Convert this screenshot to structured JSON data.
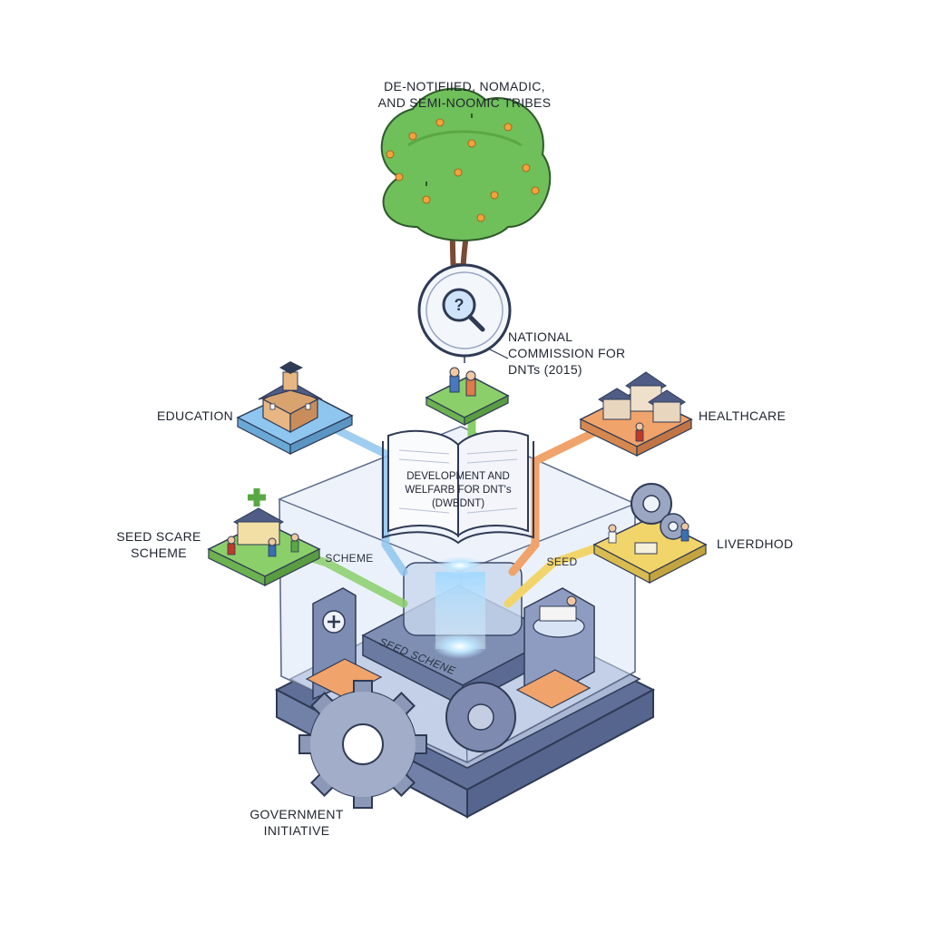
{
  "title": {
    "line1": "DE-NOTIFIIED, NOMADIC,",
    "line2": "AND SEMI-NOOMIC TRIBES"
  },
  "commission": {
    "line1": "NATIONAL",
    "line2": "COMMISSION FOR",
    "line3": "DNTs (2015)"
  },
  "center_book": {
    "line1": "DEVELOPMENT AND",
    "line2": "WELFARB FOR DNT's",
    "line3": "(DWBDNT)"
  },
  "nodes": {
    "education": "EDUCATION",
    "healthcare": "HEALTHCARE",
    "seed_scheme_line1": "SEED SCARE",
    "seed_scheme_line2": "SCHEME",
    "livelihood": "LIVERDHOD"
  },
  "path_labels": {
    "scheme": "SCHEME",
    "seed": "SEED",
    "base": "SEED SCHENE"
  },
  "government": {
    "line1": "GOVERNMENT",
    "line2": "INITIATIVE"
  },
  "colors": {
    "education": "#8fc6ef",
    "healthcare": "#f0a36a",
    "seed_scheme": "#8bcf6a",
    "livelihood": "#f2d56a",
    "commission": "#8bcf6a",
    "glass": "#dbe6f5",
    "base": "#6f7fa8",
    "tree_leaves": "#6fbf5a",
    "tree_trunk": "#7a4a36"
  },
  "icons": [
    "magnifier-question-icon",
    "gear-icon",
    "book-icon",
    "tree-icon",
    "school-icon",
    "houses-icon",
    "medical-cross-icon"
  ]
}
